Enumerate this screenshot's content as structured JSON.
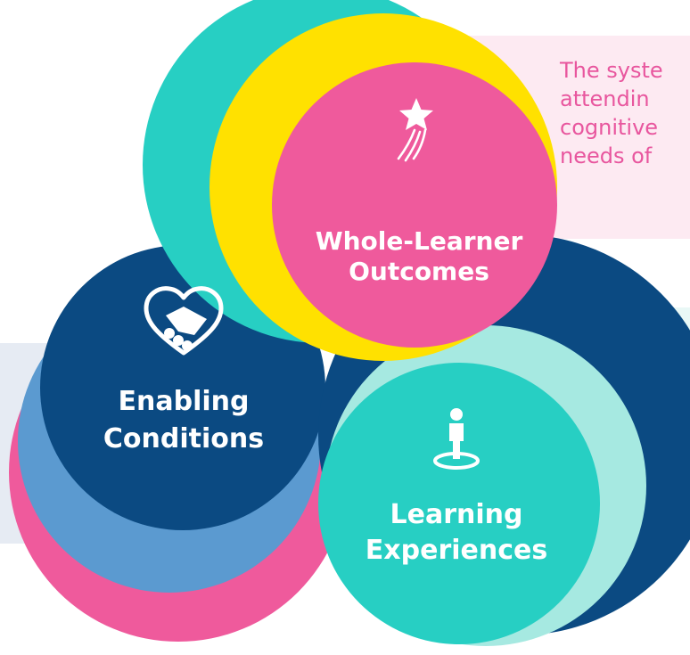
{
  "colors": {
    "pink": "#ef5a9c",
    "teal": "#27cfc3",
    "yellow": "#ffe100",
    "navy": "#0b4a82",
    "mid_blue": "#5b9ad0",
    "light_teal": "#a6e9e1",
    "pink_panel": "#fdeaf2",
    "blue_panel": "#e6ebf3",
    "teal_panel": "#e9f8f6",
    "desc_text": "#e8569e"
  },
  "description": {
    "lines": [
      "The syste",
      "attendin",
      "cognitive",
      "needs of"
    ]
  },
  "elements": {
    "whole_learner": {
      "label_line1": "Whole-Learner",
      "label_line2": "Outcomes",
      "icon": "shooting-star-icon"
    },
    "enabling": {
      "label_line1": "Enabling",
      "label_line2": "Conditions",
      "icon": "heart-handshake-icon"
    },
    "learning": {
      "label_line1": "Learning",
      "label_line2": "Experiences",
      "icon": "person-target-icon"
    }
  }
}
